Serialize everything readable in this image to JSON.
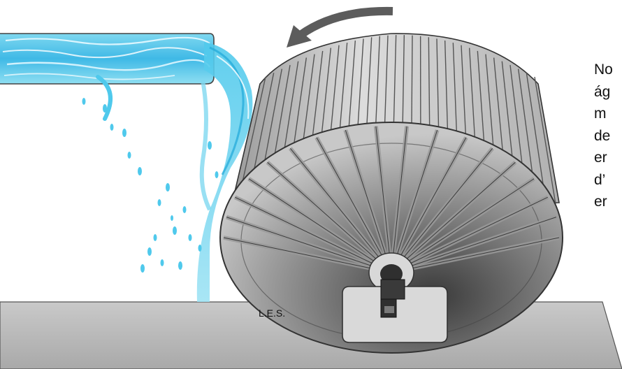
{
  "figure": {
    "subject": "water-wheel-turbine",
    "label_les": "L.E.S.",
    "side_text_lines": [
      "No",
      "ág",
      "m",
      "de",
      "er",
      "d’",
      "er"
    ],
    "colors": {
      "water_light": "#9fe3f4",
      "water_mid": "#4fc9ec",
      "water_dark": "#1fa8d8",
      "metal_light": "#ececec",
      "metal_mid": "#bdbdbd",
      "metal_dark": "#5a5a5a",
      "ground": "#b8b8b8",
      "arrow": "#5c5c5c"
    },
    "icons": {
      "rotation": "curved-arrow-counterclockwise-icon"
    }
  }
}
